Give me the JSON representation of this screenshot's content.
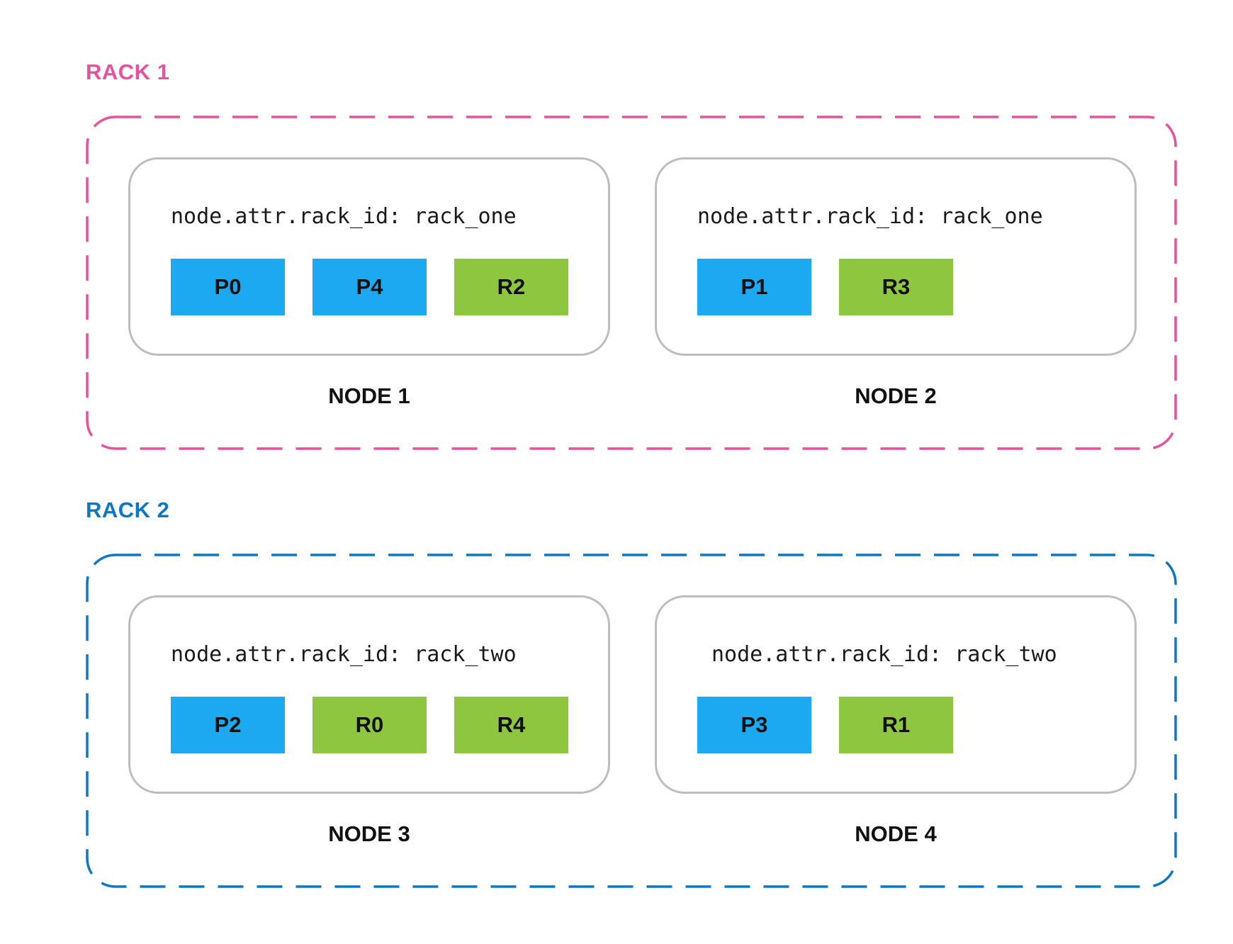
{
  "colors": {
    "rack1": "#e8519b",
    "rack2": "#0b77c5",
    "primary": "#1da9f2",
    "replica": "#8fc63f",
    "node_border": "#bdbdbd"
  },
  "racks": [
    {
      "label": "RACK 1",
      "nodes": [
        {
          "attr": "node.attr.rack_id: rack_one",
          "label": "NODE 1",
          "shards": [
            {
              "name": "P0",
              "kind": "primary"
            },
            {
              "name": "P4",
              "kind": "primary"
            },
            {
              "name": "R2",
              "kind": "replica"
            }
          ]
        },
        {
          "attr": "node.attr.rack_id: rack_one",
          "label": "NODE 2",
          "shards": [
            {
              "name": "P1",
              "kind": "primary"
            },
            {
              "name": "R3",
              "kind": "replica"
            }
          ]
        }
      ]
    },
    {
      "label": "RACK 2",
      "nodes": [
        {
          "attr": "node.attr.rack_id: rack_two",
          "label": "NODE 3",
          "shards": [
            {
              "name": "P2",
              "kind": "primary"
            },
            {
              "name": "R0",
              "kind": "replica"
            },
            {
              "name": "R4",
              "kind": "replica"
            }
          ]
        },
        {
          "attr": "node.attr.rack_id: rack_two",
          "label": "NODE 4",
          "shards": [
            {
              "name": "P3",
              "kind": "primary"
            },
            {
              "name": "R1",
              "kind": "replica"
            }
          ]
        }
      ]
    }
  ]
}
